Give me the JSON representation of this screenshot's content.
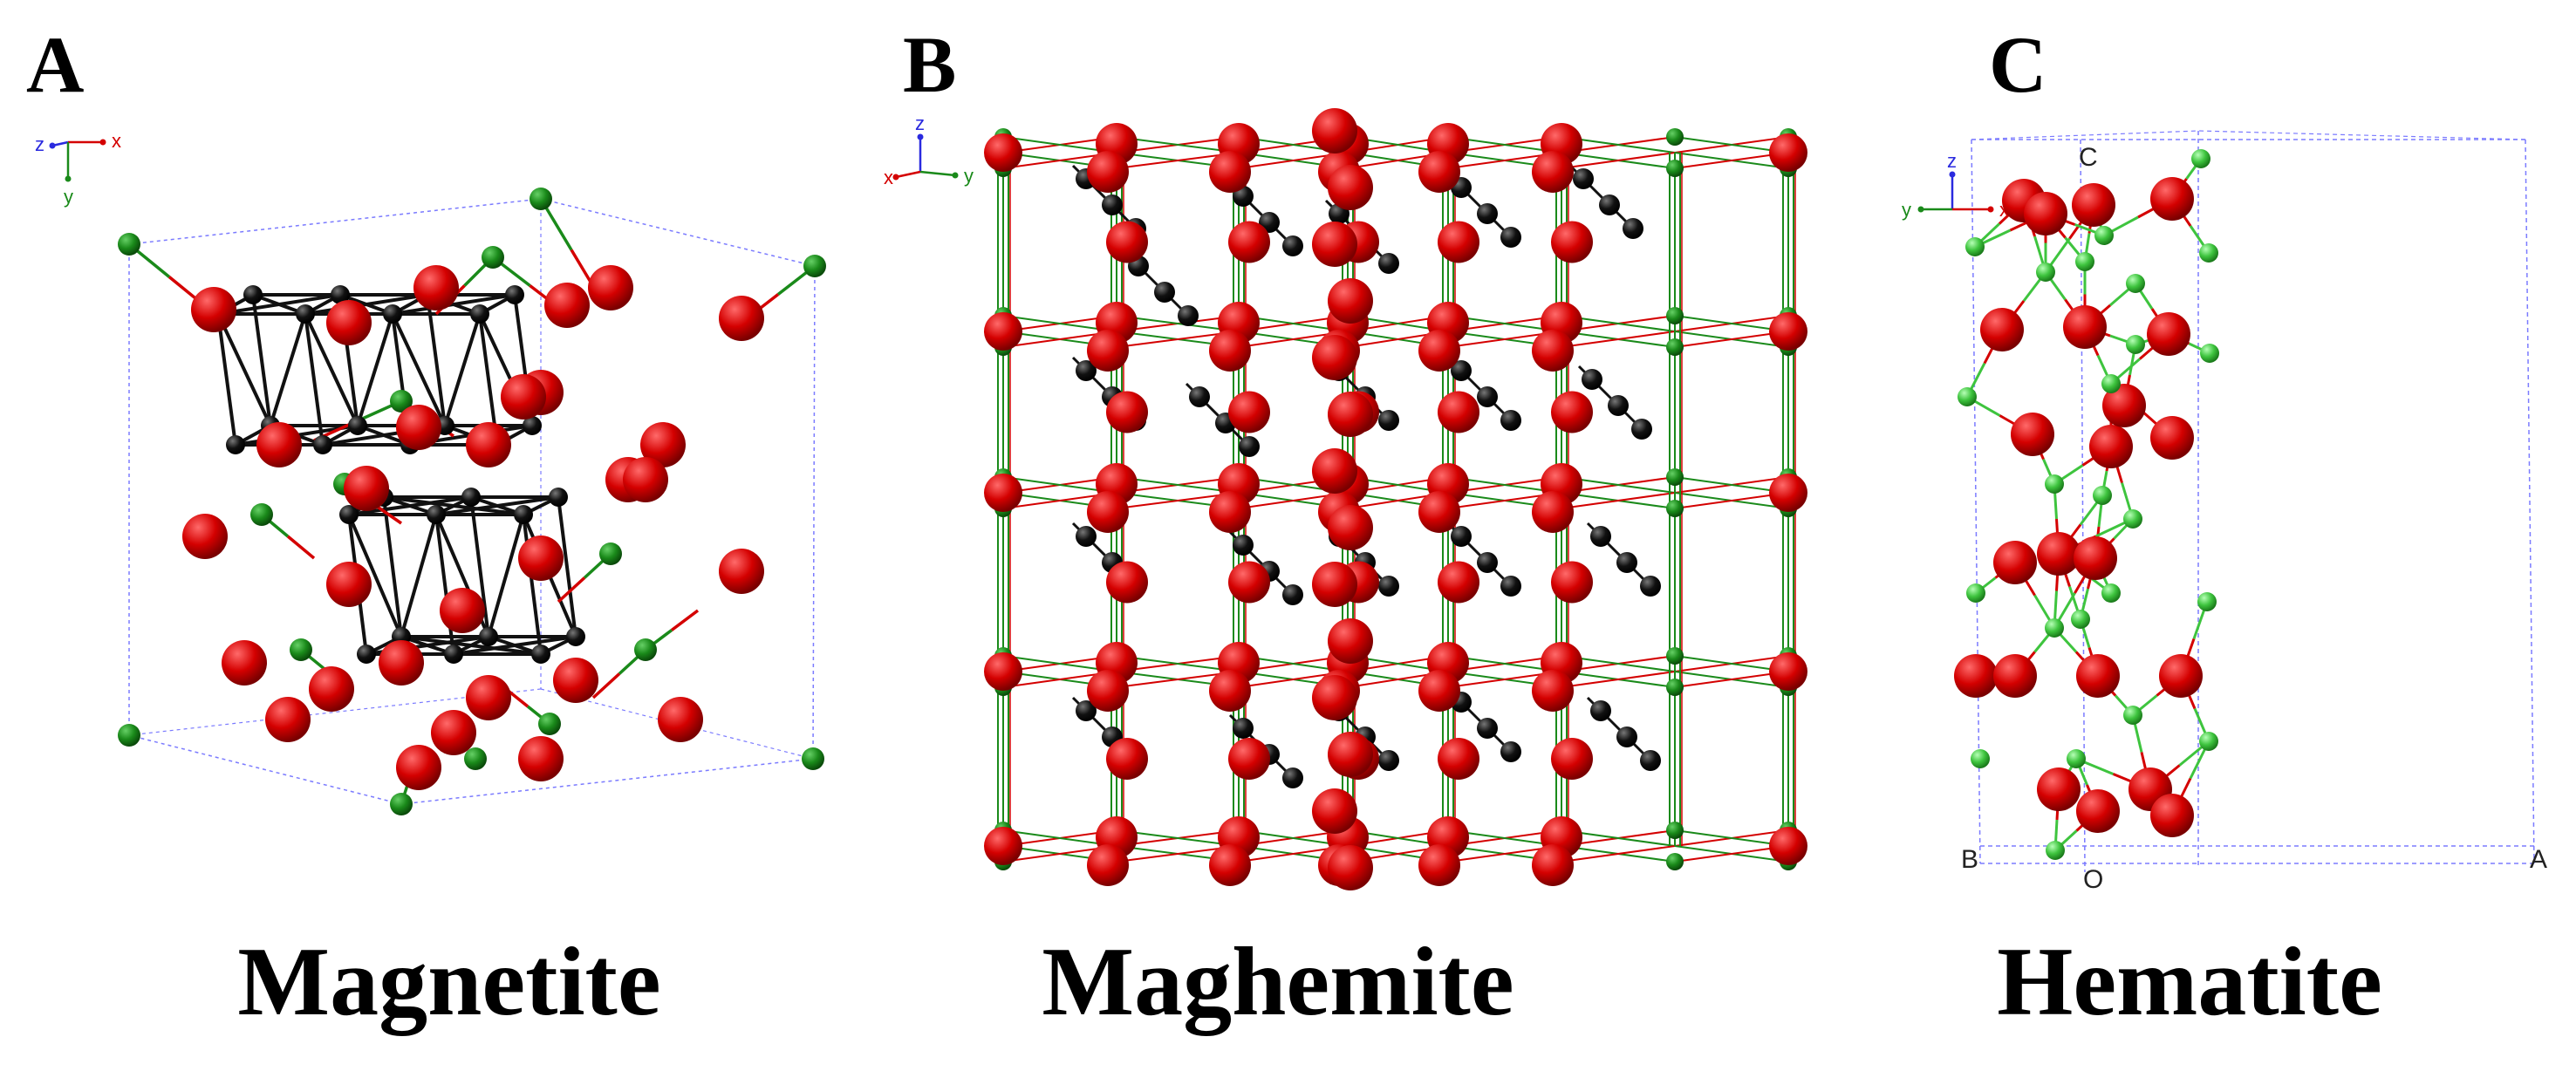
{
  "panels": [
    {
      "letter": "A",
      "name": "Magnetite",
      "axes": [
        "z",
        "x",
        "y"
      ]
    },
    {
      "letter": "B",
      "name": "Maghemite",
      "axes": [
        "z",
        "x",
        "y"
      ]
    },
    {
      "letter": "C",
      "name": "Hematite",
      "axes": [
        "z",
        "y",
        "x"
      ],
      "cell_labels": [
        "C",
        "B",
        "O",
        "A"
      ]
    }
  ],
  "colors": {
    "oxygen": "#d40000",
    "iron_tetrahedral": "#1a8a1a",
    "iron_octahedral": "#111111",
    "iron_hematite": "#3ec43e",
    "cell_outline": "#7b7bff",
    "axis_x": "#d40000",
    "axis_y": "#1a8a1a",
    "axis_z": "#2a2adf"
  }
}
